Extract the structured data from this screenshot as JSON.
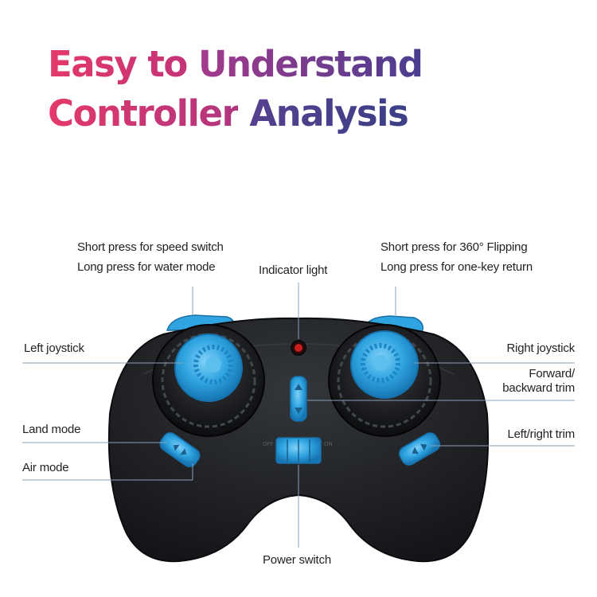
{
  "headline": {
    "line1_part1": "Easy to",
    "line1_part2": "Understand",
    "line2_part1": "Controller",
    "line2_part2": "Analysis"
  },
  "labels": {
    "speed_switch": "Short press for speed switch",
    "water_mode": "Long press for water mode",
    "indicator_light": "Indicator light",
    "flipping": "Short press for 360° Flipping",
    "one_key_return": "Long press for one-key return",
    "left_joystick": "Left joystick",
    "right_joystick": "Right joystick",
    "forward_trim_1": "Forward/",
    "forward_trim_2": "backward trim",
    "land_mode": "Land mode",
    "air_mode": "Air mode",
    "left_right_trim": "Left/right trim",
    "power_switch": "Power switch"
  },
  "colors": {
    "accent_blue": "#2fa4e0",
    "body": "#1b1d21",
    "line": "#8aa0b8"
  }
}
